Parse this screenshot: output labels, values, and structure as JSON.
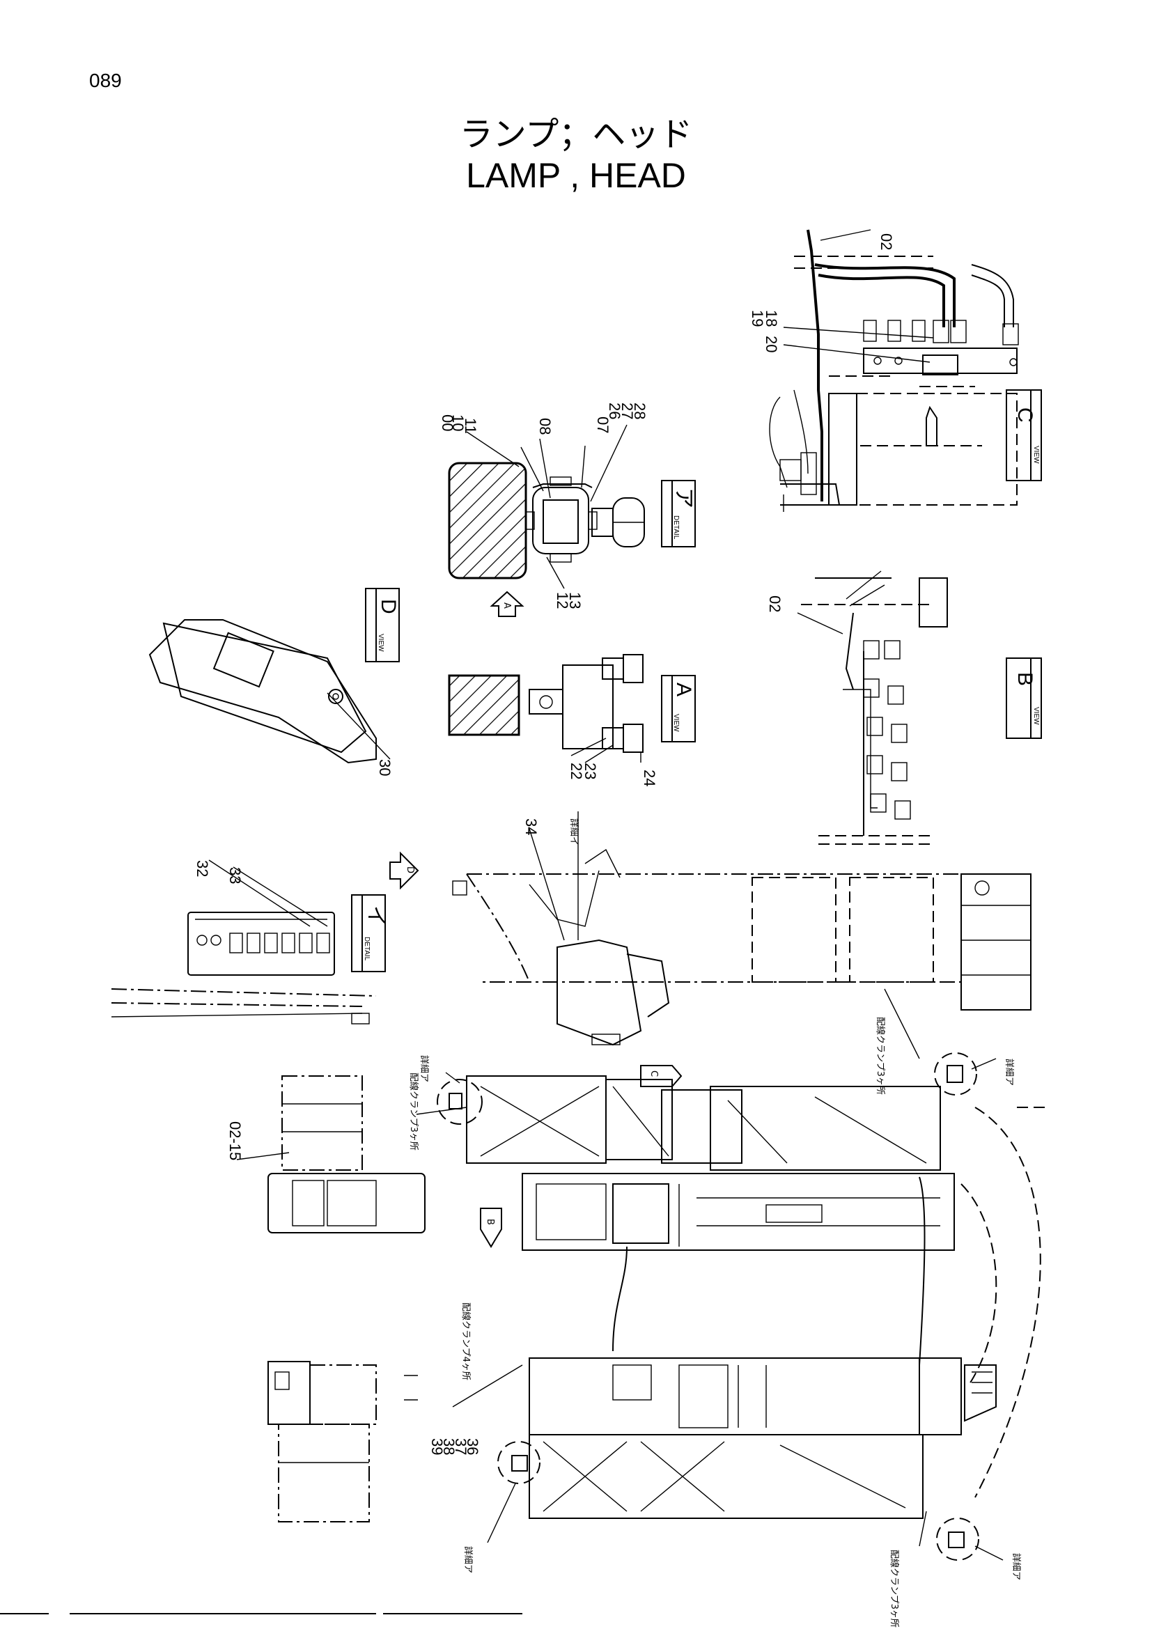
{
  "page": {
    "number": "089"
  },
  "title": {
    "jp": "ランプ；ヘッド",
    "en": "LAMP , HEAD"
  },
  "views": {
    "A": {
      "label_small": "VIEW",
      "letter": "A"
    },
    "B": {
      "label_small": "VIEW",
      "letter": "B"
    },
    "C": {
      "label_small": "VIEW",
      "letter": "C"
    },
    "D": {
      "label_small": "VIEW",
      "letter": "D"
    },
    "detail_a": {
      "label_small": "DETAIL",
      "letter": "ア"
    },
    "detail_i": {
      "label_small": "DETAIL",
      "letter": "イ"
    }
  },
  "callouts": {
    "c00": "00",
    "c02a": "02",
    "c02b": "02",
    "c0215": "02-15",
    "c07": "07",
    "c08": "08",
    "c10": "10",
    "c11": "11",
    "c12": "12",
    "c13": "13",
    "c18": "18",
    "c19": "19",
    "c20": "20",
    "c22": "22",
    "c23": "23",
    "c24": "24",
    "c26": "26",
    "c27": "27",
    "c28": "28",
    "c30": "30",
    "c32": "32",
    "c33": "33",
    "c34": "34",
    "c36": "36",
    "c37": "37",
    "c38": "38",
    "c39": "39"
  },
  "notes": {
    "detail_a_1": "詳細ア",
    "detail_a_2": "詳細ア",
    "detail_a_3": "詳細ア",
    "detail_a_4": "詳細ア",
    "detail_i": "詳細イ",
    "clamp3_a": "配線クランプ3ヶ所",
    "clamp3_b": "配線クランプ3ヶ所",
    "clamp4": "配線クランプ4ヶ所",
    "clamp3_c": "配線クランプ3ヶ所"
  },
  "arrows": {
    "a": "A",
    "b": "B",
    "c": "C",
    "d": "D"
  }
}
